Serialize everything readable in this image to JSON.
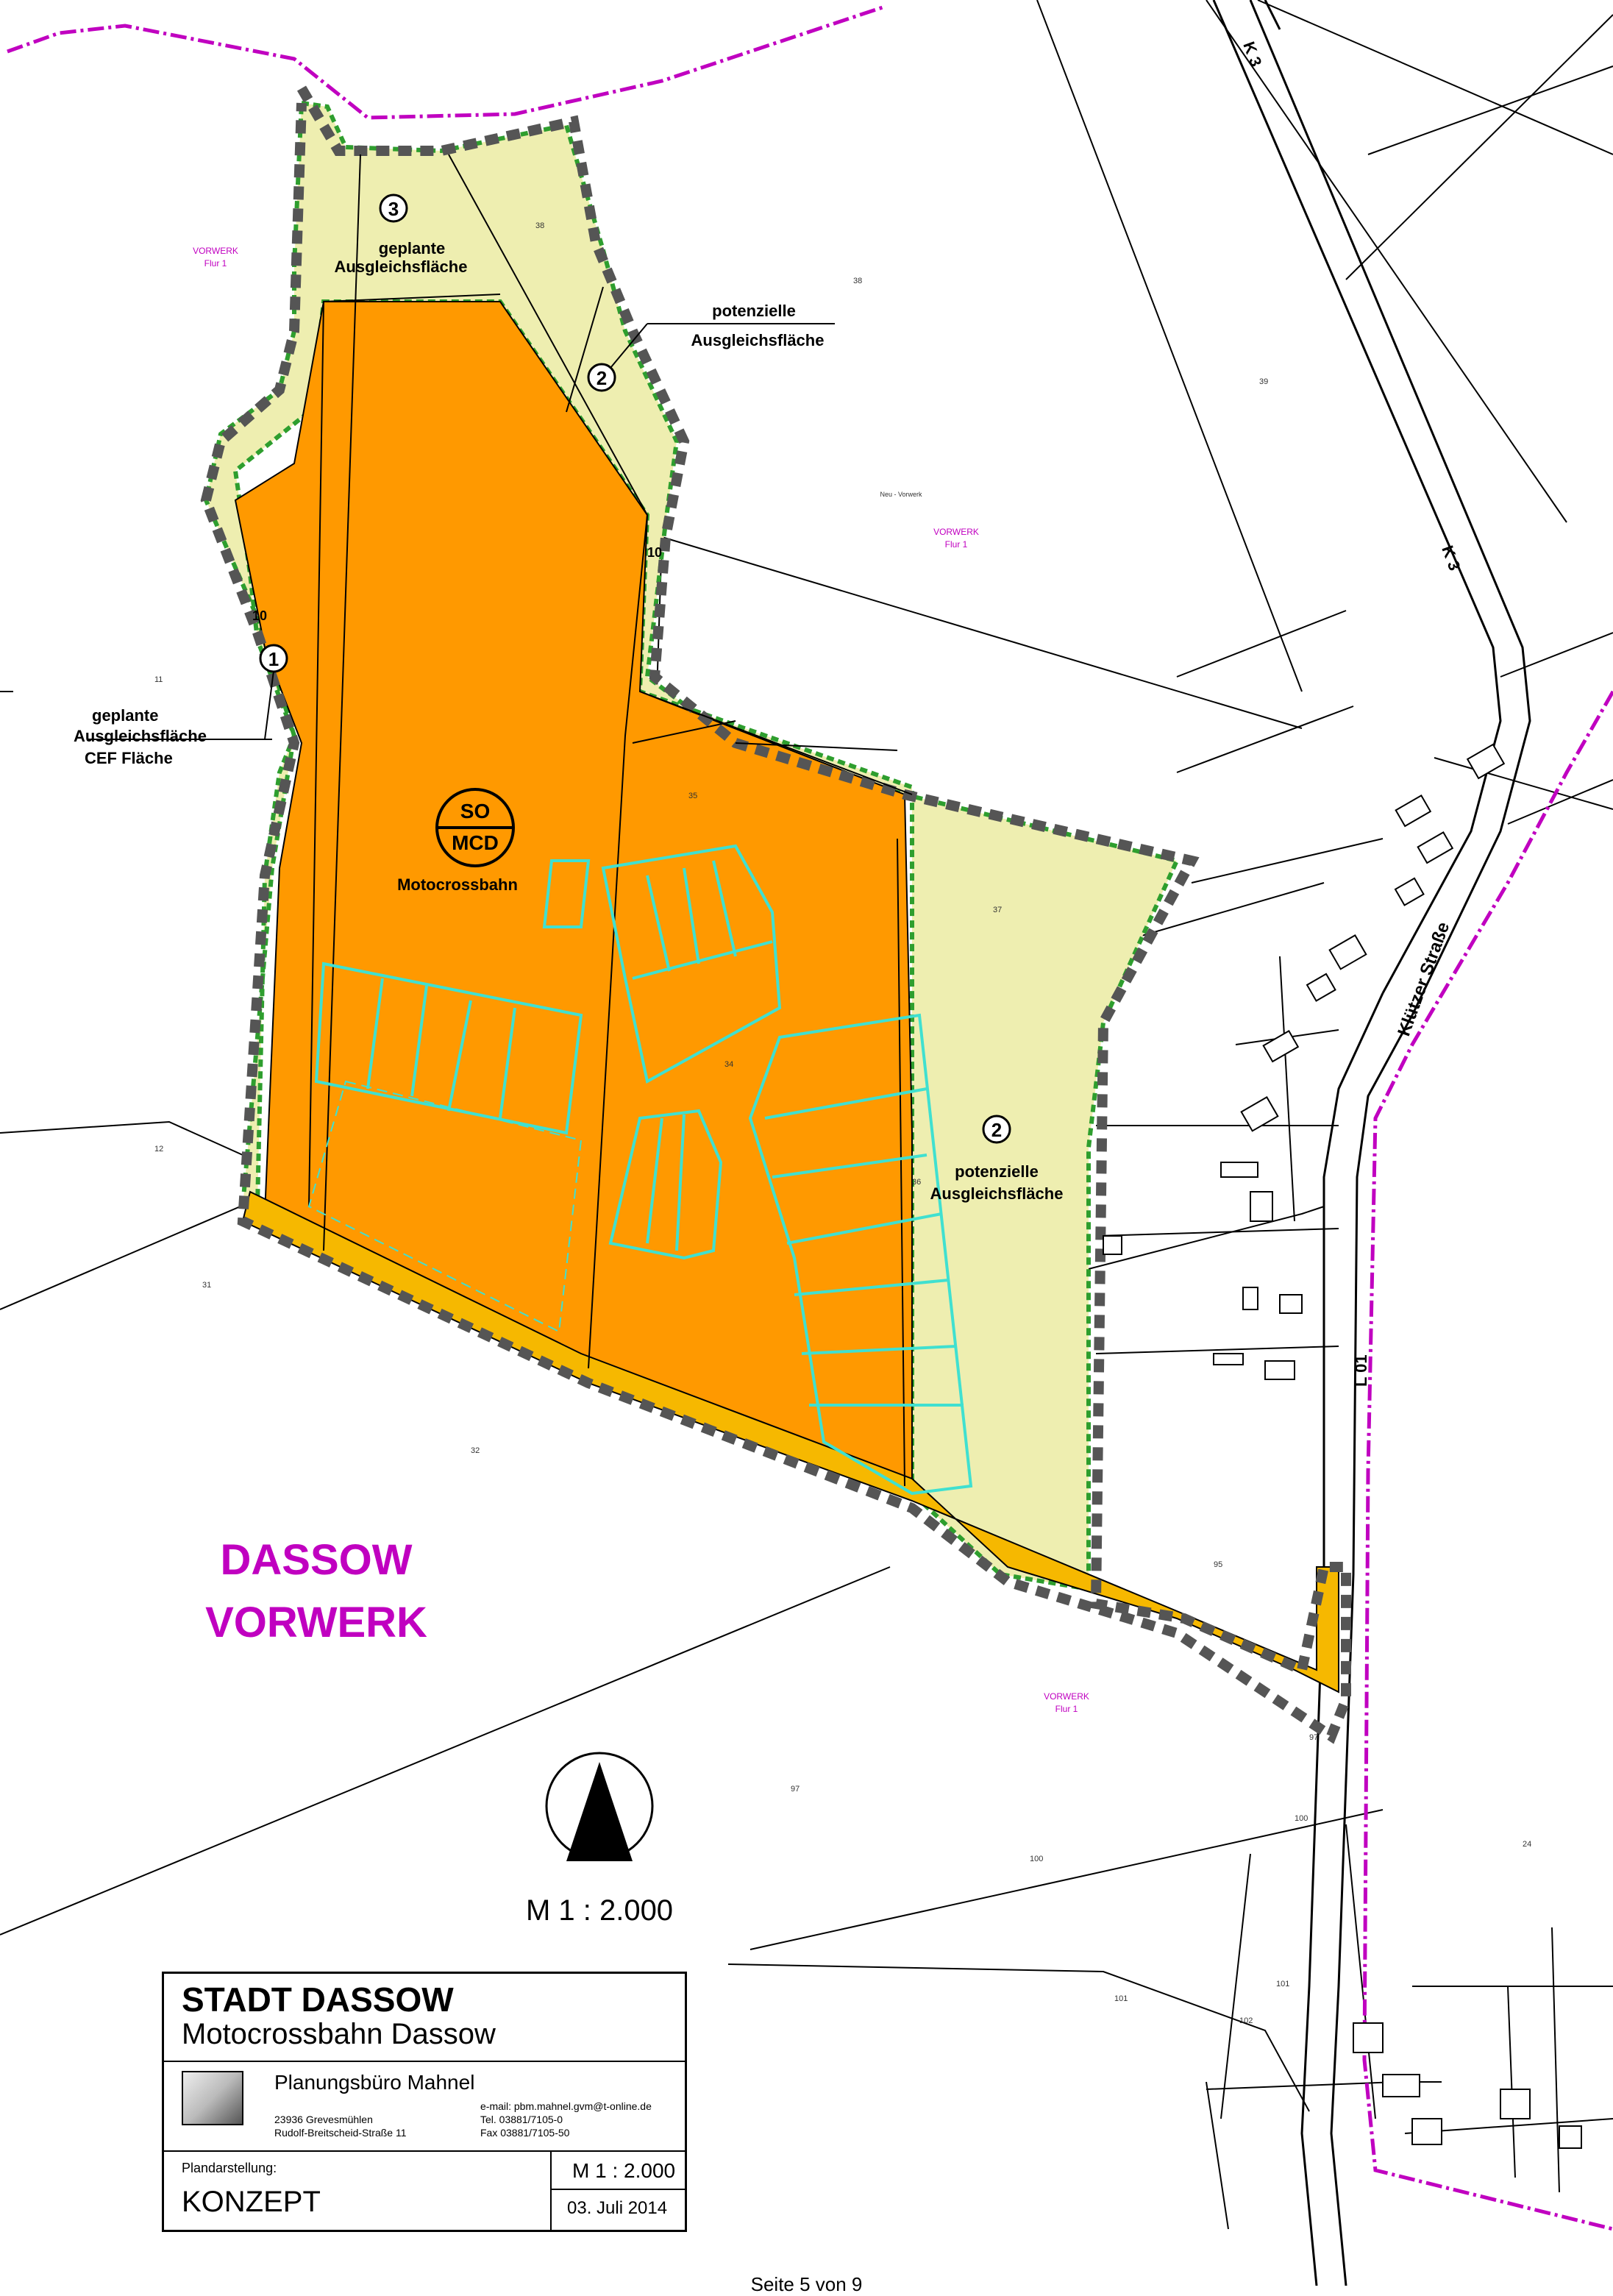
{
  "areas": {
    "area1": {
      "number": "1",
      "label_line1": "geplante",
      "label_line2": "Ausgleichsfläche",
      "label_line3": "CEF Fläche"
    },
    "area2a": {
      "number": "2",
      "label_line1": "potenzielle",
      "label_line2": "Ausgleichsfläche"
    },
    "area2b": {
      "number": "2",
      "label_line1": "potenzielle",
      "label_line2": "Ausgleichsfläche"
    },
    "area3": {
      "number": "3",
      "label_line1": "geplante",
      "label_line2": "Ausgleichsfläche"
    },
    "so": {
      "top": "SO",
      "bottom": "MCD",
      "name": "Motocrossbahn"
    }
  },
  "distances": {
    "d1": "10",
    "d2": "10"
  },
  "roads": {
    "k3_top": "K 3",
    "k3_mid": "K 3",
    "kluetzer": "Klützer Straße",
    "l01": "L 01"
  },
  "places": {
    "town_line1": "DASSOW",
    "town_line2": "VORWERK",
    "vorwerk_a": "VORWERK",
    "flur_a": "Flur 1",
    "vorwerk_b": "VORWERK",
    "flur_b": "Flur 1",
    "vorwerk_c": "VORWERK",
    "flur_c": "Flur 1",
    "neu_vorwerk": "Neu - Vorwerk"
  },
  "parcels": [
    "38",
    "38",
    "39",
    "11",
    "35",
    "37",
    "34",
    "36",
    "12",
    "31",
    "32",
    "95",
    "97",
    "97",
    "100",
    "100",
    "101",
    "101",
    "102",
    "24"
  ],
  "north_arrow": {
    "scale": "M 1 : 2.000"
  },
  "title_block": {
    "city": "STADT  DASSOW",
    "project": "Motocrossbahn  Dassow",
    "office": "Planungsbüro Mahnel",
    "addr1": "23936 Grevesmühlen",
    "addr2": "Rudolf-Breitscheid-Straße 11",
    "email": "e-mail: pbm.mahnel.gvm@t-online.de",
    "tel": "Tel. 03881/7105-0",
    "fax": "Fax 03881/7105-50",
    "plan_label": "Plandarstellung:",
    "plan_value": "KONZEPT",
    "scale": "M 1 : 2.000",
    "date": "03. Juli 2014"
  },
  "footer": "Seite 5 von 9",
  "colors": {
    "orange": "#ff9900",
    "pale_green": "#eeeeb0",
    "buffer_green": "#2e9e2e",
    "magenta": "#c000c0",
    "cyan": "#40e0d0",
    "road_yellow": "#f6b800"
  }
}
